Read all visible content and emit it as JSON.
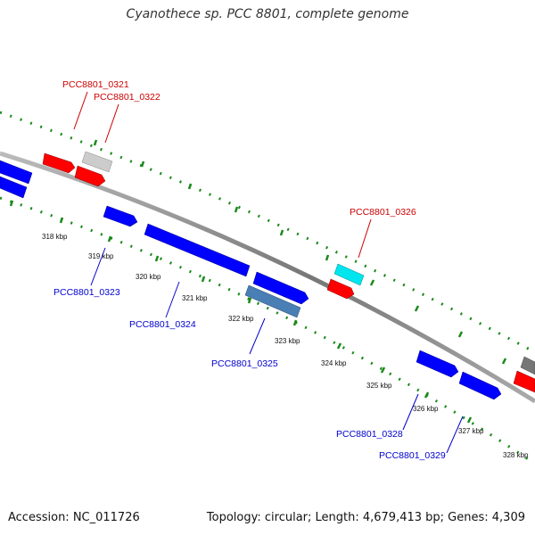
{
  "title": "Cyanothece sp. PCC 8801, complete genome",
  "footer": {
    "accession": "Accession: NC_011726",
    "topology": "Topology: circular; Length: 4,679,413 bp; Genes: 4,309"
  },
  "colors": {
    "backbone": "#888888",
    "ticks": "#1a8a1a",
    "forward_gene": "#0000ff",
    "reverse_gene": "#ff0000",
    "gene_label_forward": "#0000cc",
    "gene_label_reverse": "#cc0000",
    "selected_forward": "#4a7fb5",
    "rna": "#00e5ee",
    "pseudo": "#bbbbbb",
    "other": "#666666"
  },
  "scale_labels": [
    "318 kbp",
    "319 kbp",
    "320 kbp",
    "321 kbp",
    "322 kbp",
    "323 kbp",
    "324 kbp",
    "325 kbp",
    "326 kbp",
    "327 kbp",
    "328 kbp"
  ],
  "gene_labels": [
    {
      "id": "PCC8801_0321",
      "strand": "reverse"
    },
    {
      "id": "PCC8801_0322",
      "strand": "reverse"
    },
    {
      "id": "PCC8801_0326",
      "strand": "reverse"
    },
    {
      "id": "PCC8801_0323",
      "strand": "forward"
    },
    {
      "id": "PCC8801_0324",
      "strand": "forward"
    },
    {
      "id": "PCC8801_0325",
      "strand": "forward"
    },
    {
      "id": "PCC8801_0328",
      "strand": "forward"
    },
    {
      "id": "PCC8801_0329",
      "strand": "forward"
    }
  ]
}
